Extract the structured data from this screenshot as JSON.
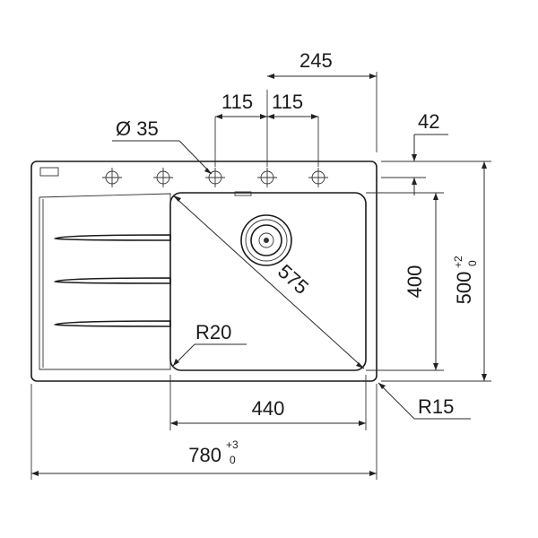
{
  "drawing": {
    "subject": "kitchen sink with drainer",
    "dimensions": {
      "total_width": "780",
      "total_width_tol_upper": "+3",
      "total_width_tol_lower": "0",
      "depth": "500",
      "depth_tol_upper": "+2",
      "depth_tol_lower": "0",
      "bowl_width": "440",
      "bowl_depth": "400",
      "bowl_diagonal": "575",
      "tap_hole_diameter": "Ø 35",
      "tap_spacing_1": "115",
      "tap_spacing_2": "115",
      "tap_offset_edge": "245",
      "tap_offset_back": "42",
      "bowl_radius": "R20",
      "outer_radius": "R15"
    }
  }
}
